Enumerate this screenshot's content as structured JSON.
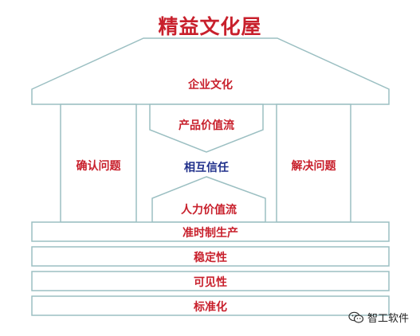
{
  "title": "精益文化屋",
  "roof": {
    "label": "企业文化"
  },
  "pillars": {
    "left": "确认问题",
    "right": "解决问题"
  },
  "center": {
    "top_value_stream": "产品价值流",
    "middle": "相互信任",
    "bottom_value_stream": "人力价值流"
  },
  "foundation": [
    "准时制生产",
    "稳定性",
    "可见性",
    "标准化"
  ],
  "watermark": {
    "text": "智工软件",
    "icon": "wechat-icon"
  },
  "colors": {
    "text_red": "#c8202c",
    "text_blue": "#1f2f8a",
    "outline": "#9bbfc2"
  }
}
